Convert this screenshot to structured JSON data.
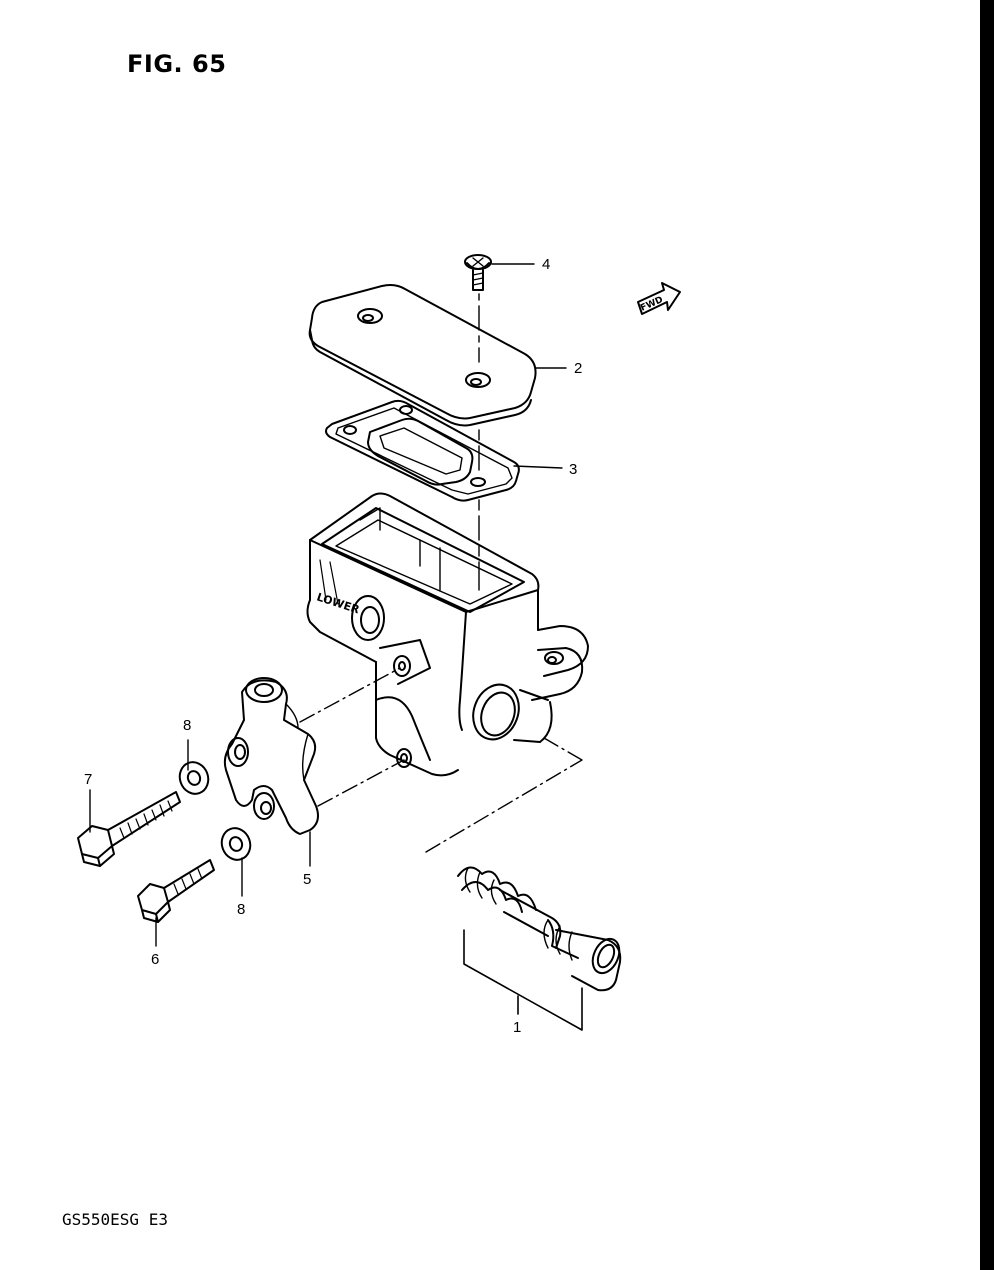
{
  "figure": {
    "title": "FIG. 65",
    "model_code": "GS550ESG  E3"
  },
  "body_marking": "LOWER",
  "fwd_marking": "FWD",
  "callouts": [
    {
      "id": "1",
      "label": "1"
    },
    {
      "id": "2",
      "label": "2"
    },
    {
      "id": "3",
      "label": "3"
    },
    {
      "id": "4",
      "label": "4"
    },
    {
      "id": "5",
      "label": "5"
    },
    {
      "id": "6",
      "label": "6"
    },
    {
      "id": "7",
      "label": "7"
    },
    {
      "id": "8a",
      "label": "8"
    },
    {
      "id": "8b",
      "label": "8"
    }
  ]
}
